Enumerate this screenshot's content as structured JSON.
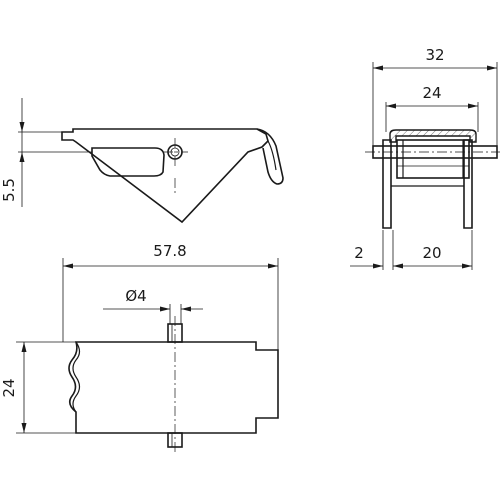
{
  "drawing": {
    "dimensions": {
      "overall_width": "32",
      "inner_width": "24",
      "hook_height": "5.5",
      "total_length": "57.8",
      "pin_diameter": "Ø4",
      "base_width": "24",
      "side_gap": "2",
      "body_width": "20"
    }
  }
}
